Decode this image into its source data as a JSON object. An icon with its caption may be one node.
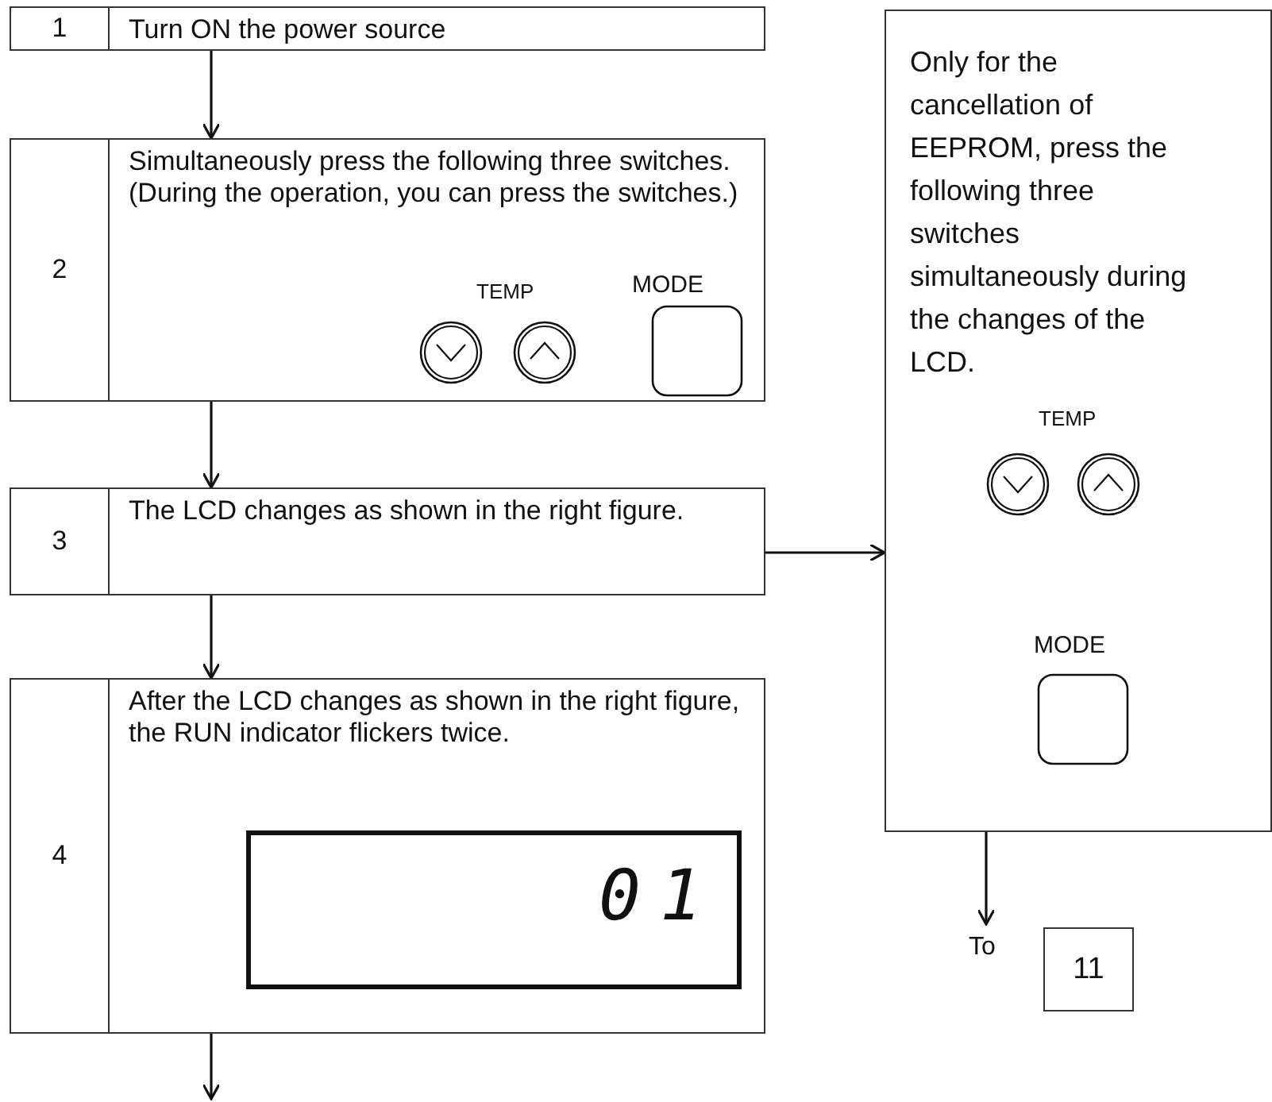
{
  "diagram": {
    "nodes": [
      {
        "text": [
          "1",
          "Turn ON the power source"
        ]
      },
      {
        "text": [
          "2",
          "Simultaneously press the following three switches. (During the operation, you can press the switches.)"
        ]
      },
      {
        "text": [
          "3",
          "The LCD changes as shown in the right figure."
        ]
      },
      {
        "text": [
          "4",
          "After the LCD changes as shown in the right figure, the RUN indicator flickers twice."
        ]
      },
      {
        "text": [
          "01"
        ],
        "in": 3
      },
      {
        "text": [
          "Only for the cancellation of EEPROM, press the following three switches simultaneously during the changes of the LCD."
        ]
      },
      {
        "text": [
          "11"
        ],
        "beside": [
          "To"
        ]
      }
    ],
    "edges": [
      {
        "from": 0,
        "to": 1,
        "arrow": "to"
      },
      {
        "from": 1,
        "to": 2,
        "arrow": "to"
      },
      {
        "from": 2,
        "to": 3,
        "arrow": "to"
      },
      {
        "from": 3,
        "to": null,
        "arrow": "to"
      },
      {
        "from": 2,
        "to": 5,
        "arrow": "to"
      },
      {
        "from": 5,
        "to": 6,
        "arrow": "to"
      }
    ],
    "labels": [
      "TEMP",
      "MODE",
      "TEMP",
      "MODE"
    ]
  }
}
